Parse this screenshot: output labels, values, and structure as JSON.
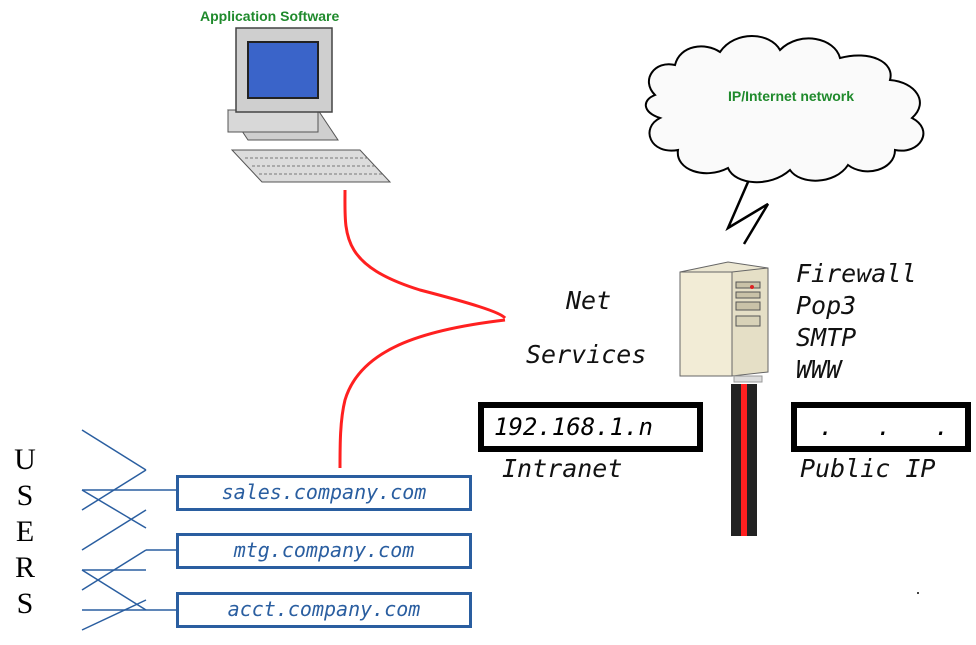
{
  "labels": {
    "application_software": "Application Software",
    "internet_network": "IP/Internet network",
    "net": "Net",
    "services": "Services",
    "intranet": "Intranet",
    "public_ip": "Public IP",
    "intranet_ip": "192.168.1.n",
    "public_ip_value": ".   .   ."
  },
  "services": [
    "Firewall",
    "Pop3",
    "SMTP",
    "WWW"
  ],
  "users_letters": [
    "U",
    "S",
    "E",
    "R",
    "S"
  ],
  "domains": [
    "sales.company.com",
    "mtg.company.com",
    "acct.company.com"
  ],
  "colors": {
    "cable_red": "#ff2020",
    "domain_blue": "#2a5ea0",
    "label_green": "#1f8a2c"
  }
}
